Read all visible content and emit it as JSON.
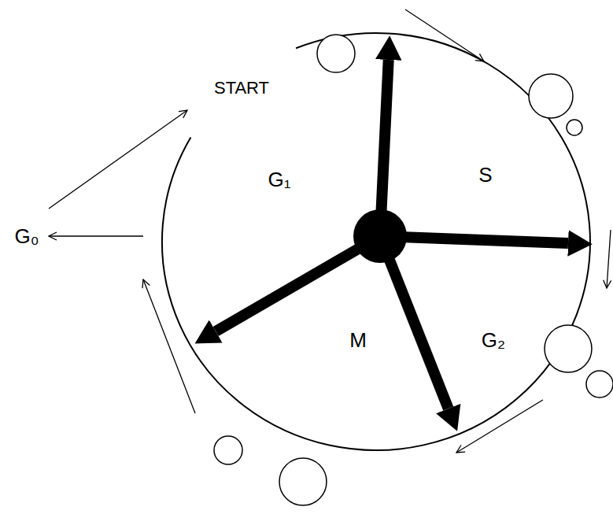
{
  "diagram": {
    "labels": [
      "START",
      "G₁",
      "S",
      "G₀",
      "M",
      "G₂"
    ]
  }
}
